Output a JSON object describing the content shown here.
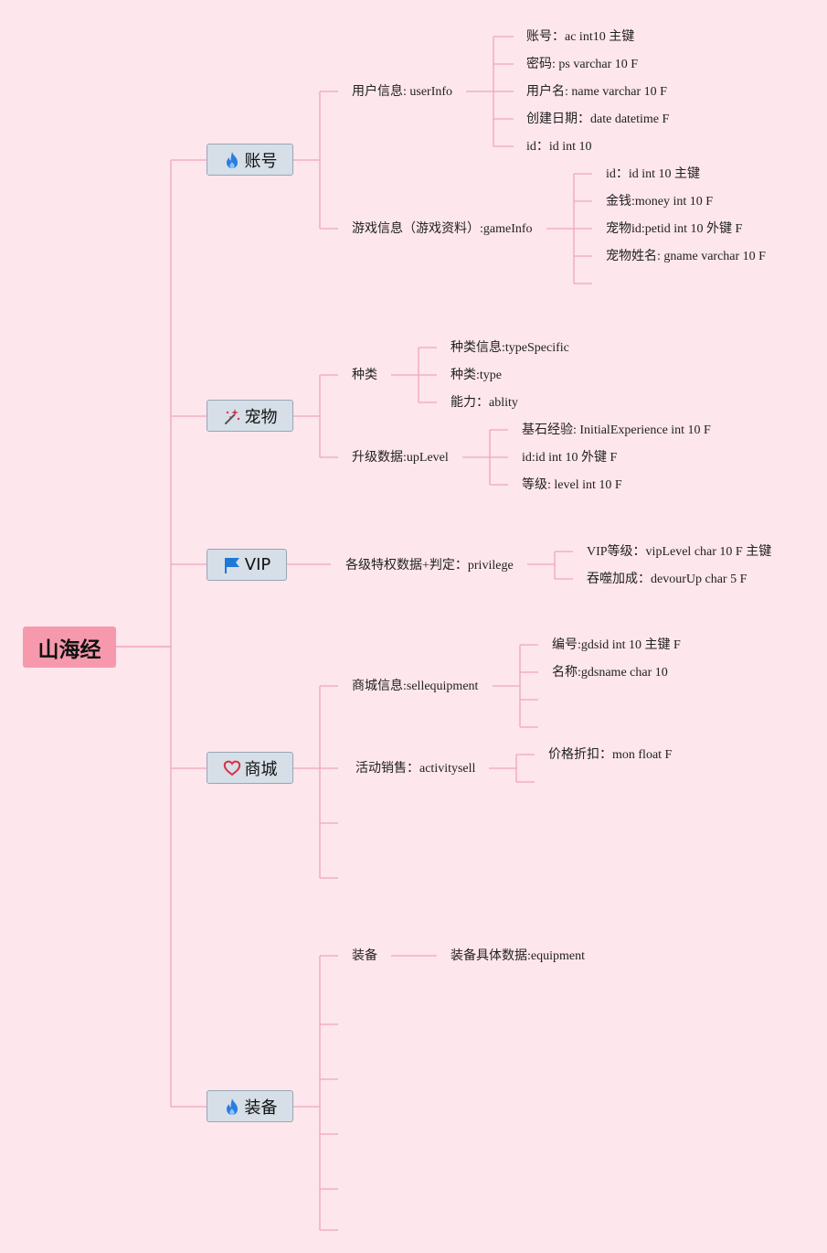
{
  "root": {
    "label": "山海经"
  },
  "branches": {
    "account": {
      "label": "账号",
      "icon": "flame-icon",
      "userinfo": {
        "label": "用户信息: userInfo",
        "fields": [
          "账号：ac  int10 主键",
          "密码: ps varchar 10 F",
          "用户名: name varchar 10 F",
          "创建日期：date datetime  F",
          "id：id int 10"
        ]
      },
      "gameinfo": {
        "label": "游戏信息（游戏资料）:gameInfo",
        "fields": [
          "id：id int 10 主键",
          "金钱:money int 10 F",
          "宠物id:petid int 10 外键 F",
          "宠物姓名: gname varchar 10 F"
        ]
      }
    },
    "pet": {
      "label": "宠物",
      "icon": "magic-wand-icon",
      "kind": {
        "label": "种类",
        "fields": [
          "种类信息:typeSpecific",
          "种类:type",
          "能力：ablity"
        ]
      },
      "uplevel": {
        "label": "升级数据:upLevel",
        "fields": [
          "基石经验: InitialExperience int 10 F",
          "id:id int 10 外键 F",
          "等级: level int 10 F"
        ]
      }
    },
    "vip": {
      "label": "VIP",
      "icon": "flag-icon",
      "privilege": {
        "label": "各级特权数据+判定：privilege",
        "fields": [
          "VIP等级：vipLevel char 10 F 主键",
          "吞噬加成：devourUp char 5 F"
        ]
      }
    },
    "mall": {
      "label": "商城",
      "icon": "heart-icon",
      "sellequipment": {
        "label": "商城信息:sellequipment",
        "fields": [
          "编号:gdsid int 10 主键 F",
          "名称:gdsname char 10"
        ]
      },
      "activitysell": {
        "label": "活动销售：activitysell",
        "fields": [
          "价格折扣：mon float  F"
        ]
      }
    },
    "equipment": {
      "label": "装备",
      "icon": "flame-icon",
      "equip": {
        "label": "装备",
        "fields": [
          "装备具体数据:equipment"
        ]
      }
    }
  },
  "colors": {
    "background": "#fde6ec",
    "root_fill": "#f799ad",
    "branch_fill": "#d6dfe7",
    "branch_border": "#97a6b5",
    "connector": "#f0a6ba",
    "flame": "#2a7de1",
    "heart": "#d63347",
    "flag": "#1e78d6"
  }
}
